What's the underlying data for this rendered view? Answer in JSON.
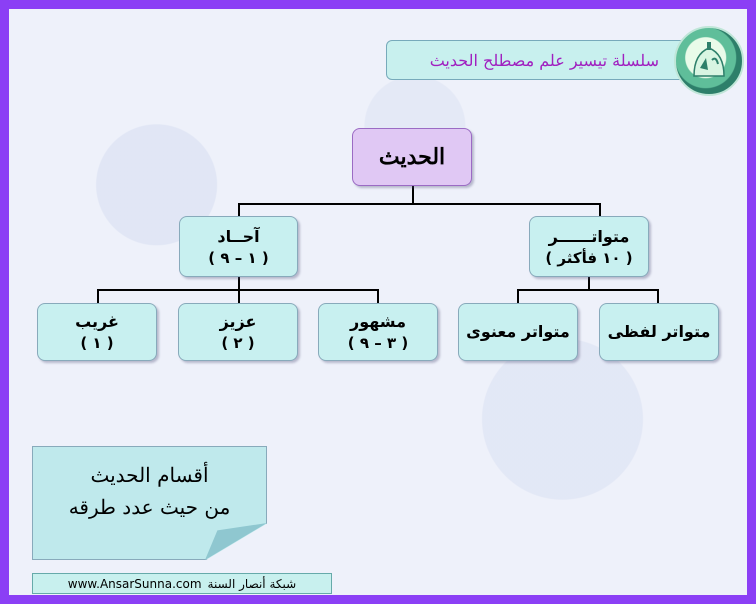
{
  "header": {
    "series_title": "سلسلة تيسير علم مصطلح الحديث"
  },
  "logo": {
    "icon": "ansar-sunna-logo-icon"
  },
  "diagram": {
    "root": {
      "label": "الحديث"
    },
    "mutawatir": {
      "label": "متواتــــــر",
      "sub": "( ١٠ فأكثر )"
    },
    "ahad": {
      "label": "آحــاد",
      "sub": "( ١ – ٩ )"
    },
    "lafzi": {
      "label": "متواتر لفظى"
    },
    "manawi": {
      "label": "متواتر معنوى"
    },
    "mashhur": {
      "label": "مشهور",
      "sub": "( ٣ – ٩ )"
    },
    "aziz": {
      "label": "عزيز",
      "sub": "( ٢ )"
    },
    "gharib": {
      "label": "غريب",
      "sub": "( ١ )"
    }
  },
  "note": {
    "line1": "أقسام الحديث",
    "line2": "من حيث عدد طرقه"
  },
  "footer": {
    "site_name": "شبكة أنصار السنة",
    "url": "www.AnsarSunna.com"
  }
}
